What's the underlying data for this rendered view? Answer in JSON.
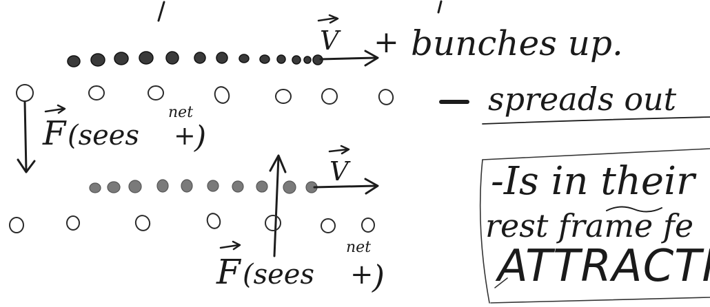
{
  "top_row": {
    "velocity_label": "V",
    "charge_label": "+",
    "electron_text": "bunches up."
  },
  "middle_row": {
    "ion_text": "spreads out"
  },
  "force_left": {
    "force_symbol": "F",
    "force_note": "(sees",
    "net_text": "net",
    "net_charge": "+",
    "close_paren": ")"
  },
  "bottom_row": {
    "velocity_label": "V"
  },
  "force_bottom": {
    "force_symbol": "F",
    "force_note": "(sees",
    "net_text": "net",
    "net_charge": "+",
    "close_paren": ")"
  },
  "boxed_note": {
    "line1": "-Is in their",
    "line2": "rest frame fe",
    "line3": "ATTRACTI"
  },
  "colors": {
    "ink": "#1c1c1c",
    "paper": "#ffffff"
  }
}
